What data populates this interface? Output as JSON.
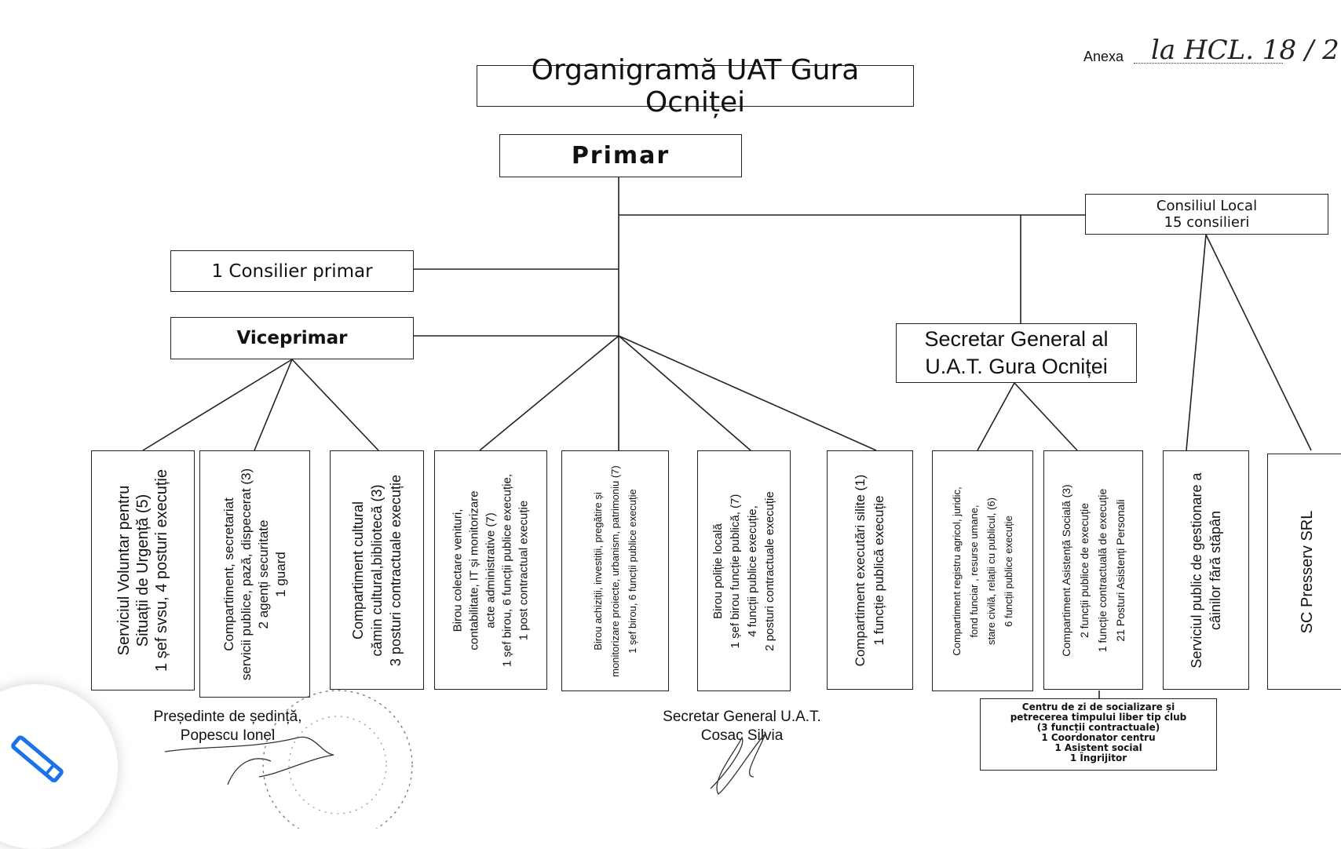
{
  "header": {
    "anexa_label": "Anexa",
    "anexa_handwritten": "la HCL. 18 / 2"
  },
  "title": "Organigramă UAT Gura Ocniței",
  "primar": "Primar",
  "consiliu_local": {
    "line1": "Consiliul Local",
    "line2": "15 consilieri"
  },
  "consilier_primar": "1 Consilier primar",
  "viceprimar": "Viceprimar",
  "secretar_general": {
    "line1": "Secretar General al",
    "line2": "U.A.T. Gura Ocniței"
  },
  "departments": [
    {
      "lines": [
        "Serviciul Voluntar pentru",
        "Situații de Urgență (5)",
        "1 șef svsu, 4 posturi execuție"
      ]
    },
    {
      "lines": [
        "Compartiment, secretariat",
        "servicii publice, pază, dispecerat (3)",
        "2 agenți securitate",
        "1 guard"
      ]
    },
    {
      "lines": [
        "Compartiment cultural",
        "cămin cultural,bibliotecă (3)",
        "3 posturi contractuale execuție"
      ]
    },
    {
      "lines": [
        "Birou colectare venituri,",
        "contabilitate, IT și monitorizare",
        "acte administrative (7)",
        "1 șef birou, 6 funcții publice execuție,",
        "1 post contractual execuție"
      ]
    },
    {
      "lines": [
        "Birou achiziții, investiții, pregătire și",
        "monitorizare proiecte, urbanism, patrimoniu (7)",
        "1 șef birou, 6 funcții publice execuție"
      ]
    },
    {
      "lines": [
        "Birou poliție locală",
        "1 șef birou funcție publică, (7)",
        "4 funcții publice execuție,",
        "2 posturi contractuale execuție"
      ]
    },
    {
      "lines": [
        "Compartiment executări silite (1)",
        "1 funcție publică execuție"
      ]
    },
    {
      "lines": [
        "Compartiment registru agricol, juridic,",
        "fond funciar , resurse umane,",
        "stare civilă, relații cu publicul, (6)",
        "6 funcții publice execuție"
      ]
    },
    {
      "lines": [
        "Compartiment Asistență Socială (3)",
        "2 funcții publice de execuție",
        "1 funcție contractuală de execuție",
        "21 Posturi Asistenți Personali"
      ]
    },
    {
      "lines": [
        "Serviciul public de gestionare a",
        "câinilor fără stăpân"
      ]
    },
    {
      "lines": [
        "SC Presserv SRL"
      ]
    }
  ],
  "centru": {
    "lines": [
      "Centru de zi de socializare și",
      "petrecerea timpului liber tip club",
      "(3 funcții contractuale)",
      "1 Coordonator centru",
      "1 Asistent social",
      "1 Îngrijitor"
    ]
  },
  "signatures": {
    "presedinte": {
      "line1": "Președinte de ședință,",
      "line2": "Popescu Ionel"
    },
    "secretar": {
      "line1": "Secretar General U.A.T.",
      "line2": "Cosac Silvia"
    }
  },
  "icons": {
    "edit_fab": "pencil-icon"
  }
}
